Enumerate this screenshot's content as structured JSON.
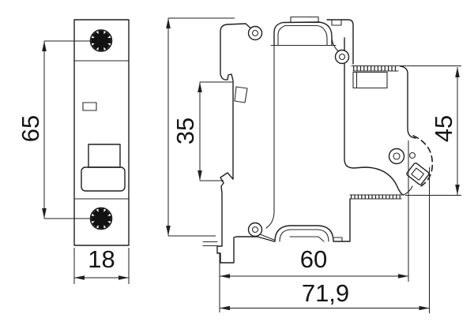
{
  "drawing": {
    "colors": {
      "background": "#ffffff",
      "line": "#1f1f1f",
      "text": "#141414"
    },
    "dimension_labels": {
      "front_height": "65",
      "front_width": "18",
      "din_rail_span": "35",
      "rail_to_terminal_depth": "45",
      "body_depth": "60",
      "overall_depth": "71,9"
    }
  }
}
